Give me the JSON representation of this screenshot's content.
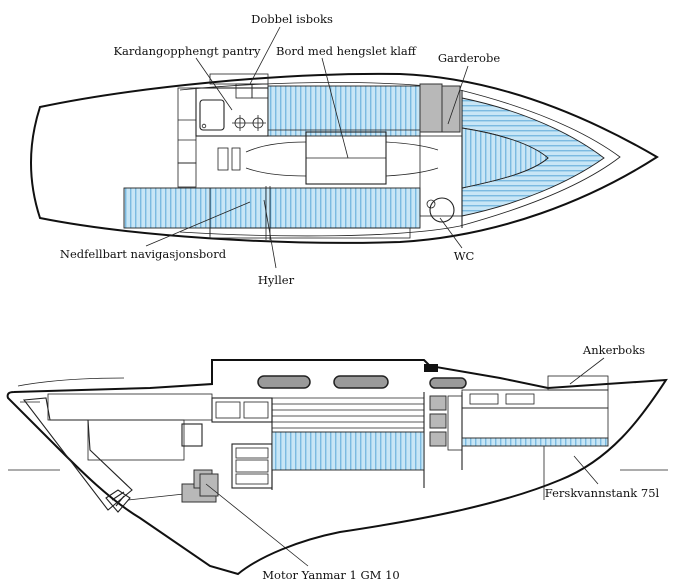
{
  "plan_labels": {
    "dobbel_isboks": "Dobbel isboks",
    "kardang": "Kardangopphengt pantry",
    "bord": "Bord med hengslet klaff",
    "garderobe": "Garderobe",
    "nav_bord": "Nedfellbart navigasjonsbord",
    "hyller": "Hyller",
    "wc": "WC"
  },
  "profile_labels": {
    "ankerboks": "Ankerboks",
    "ferskvann": "Ferskvannstank 75l",
    "motor": "Motor Yanmar 1 GM 10"
  },
  "colors": {
    "berth_fill": "#c8e6f6",
    "berth_stripe": "#5aa8d8",
    "cabinet_grey": "#b8b8b8",
    "line": "#111111"
  }
}
